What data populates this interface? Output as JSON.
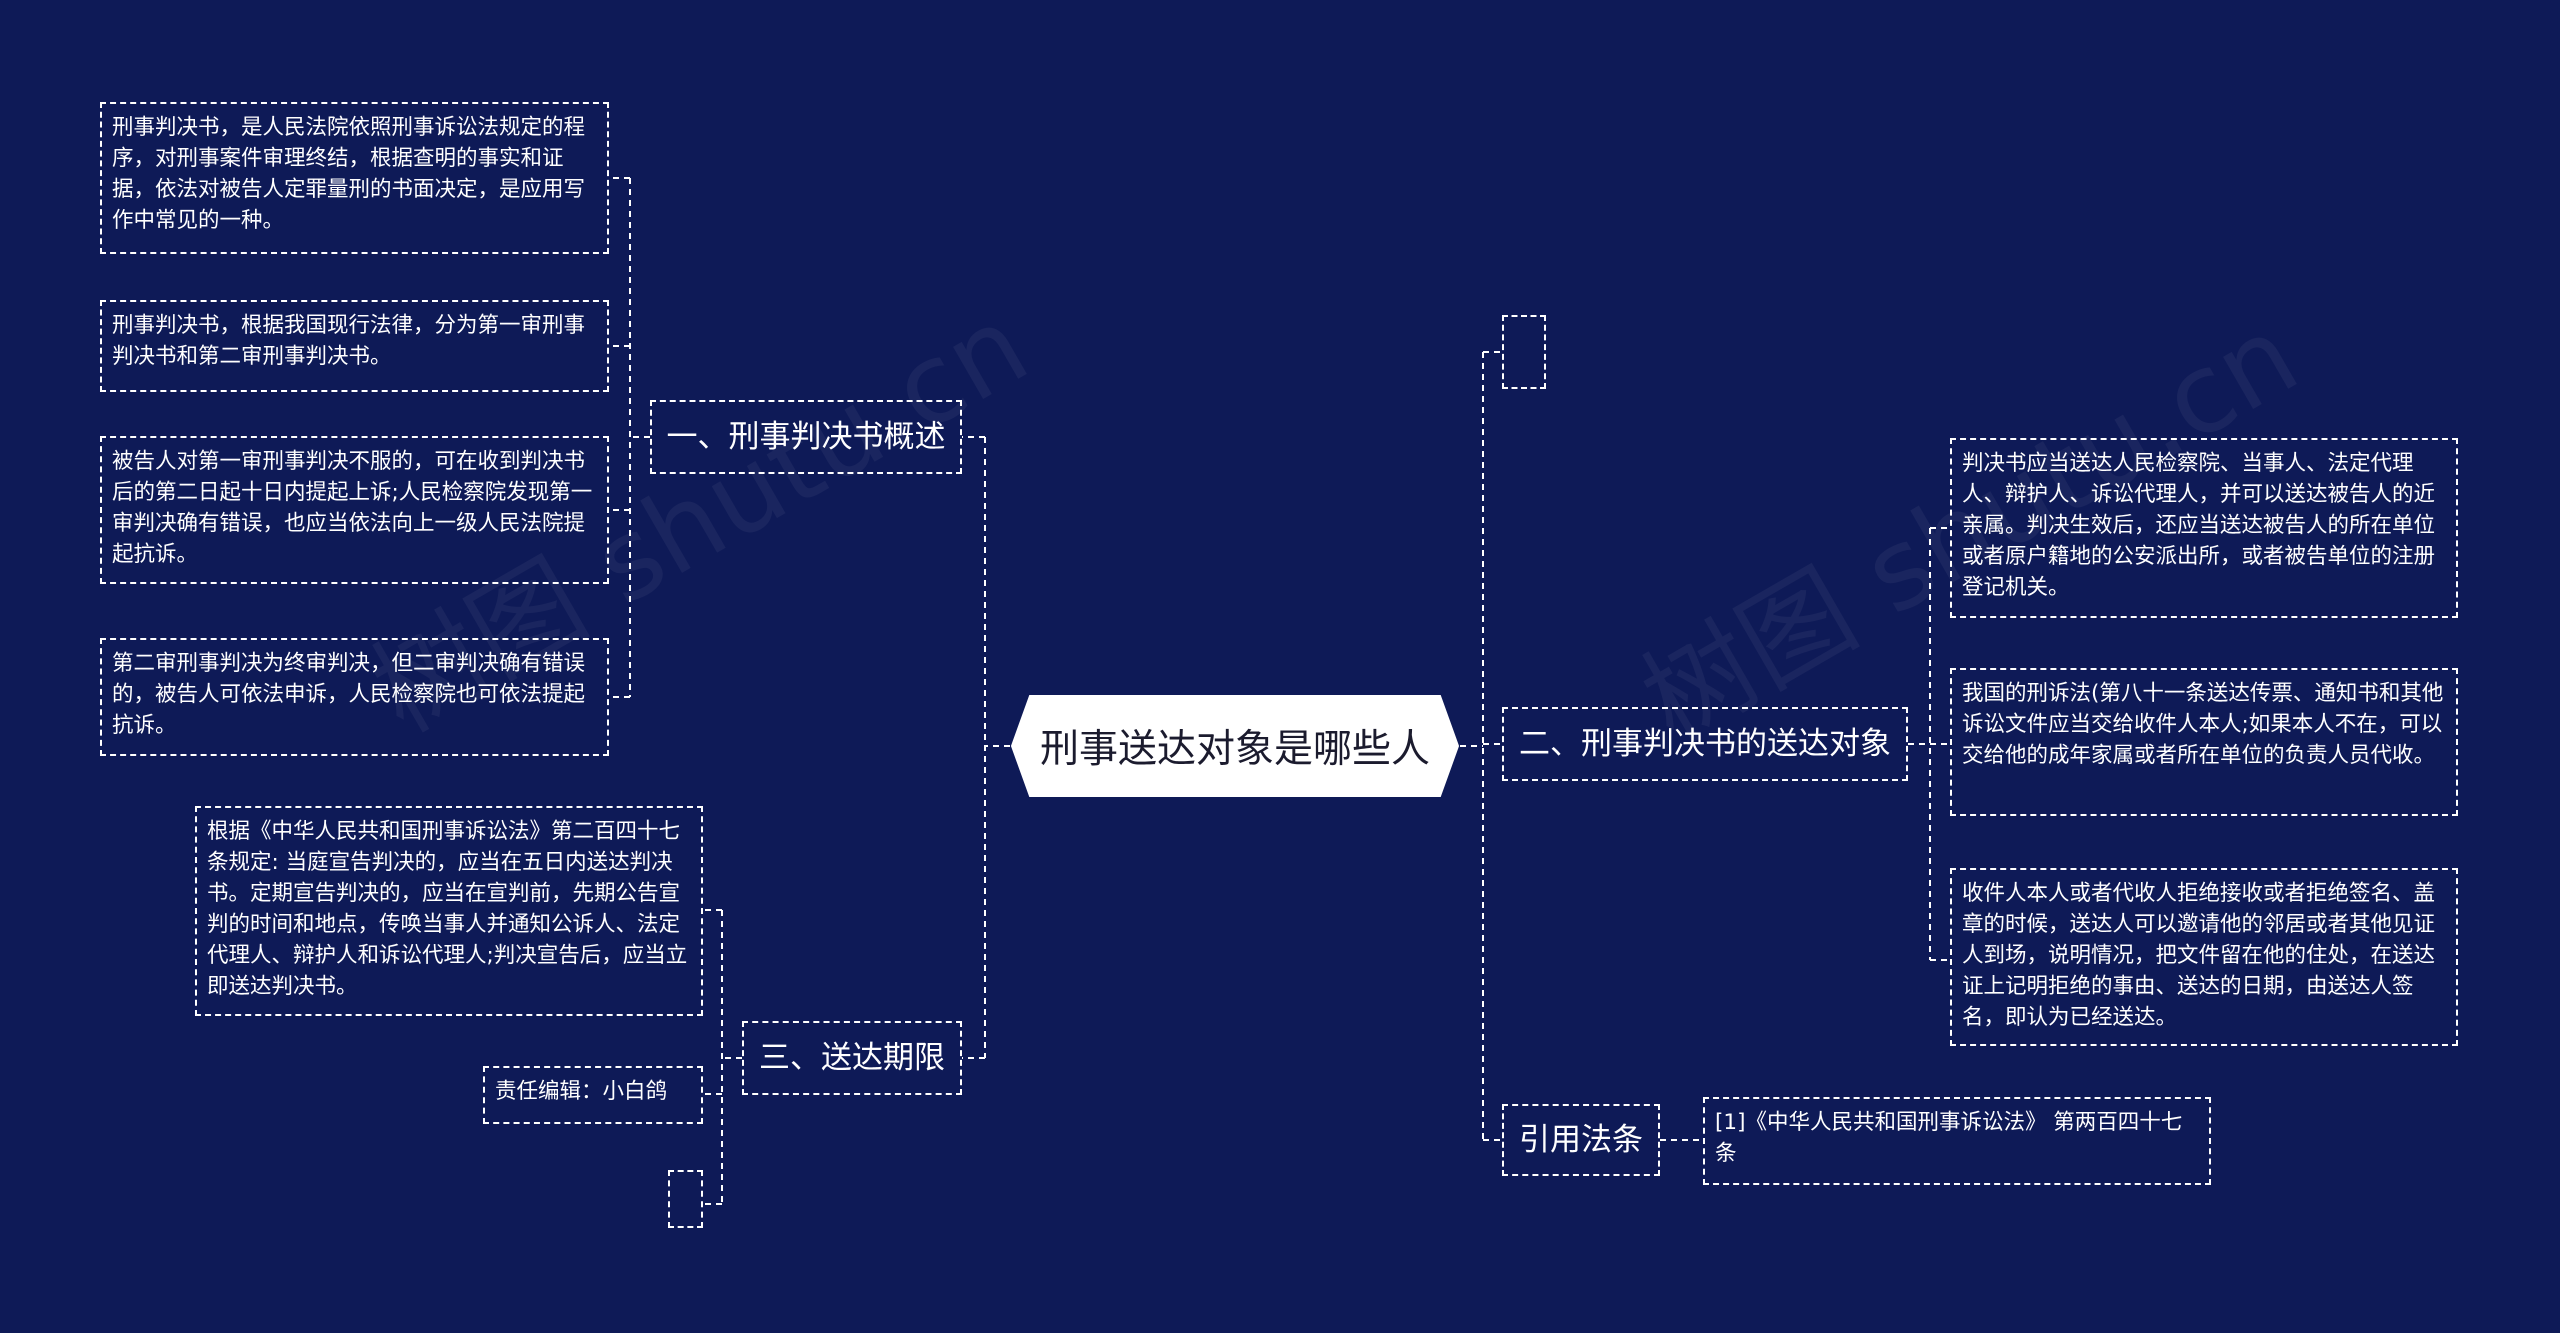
{
  "root": {
    "label": "刑事送达对象是哪些人"
  },
  "branches": {
    "b1": {
      "label": "一、刑事判决书概述"
    },
    "b2": {
      "label": "二、刑事判决书的送达对象"
    },
    "b3": {
      "label": "三、送达期限"
    },
    "b4": {
      "label": "引用法条"
    }
  },
  "leaves": {
    "b1_1": "刑事判决书，是人民法院依照刑事诉讼法规定的程序，对刑事案件审理终结，根据查明的事实和证据，依法对被告人定罪量刑的书面决定，是应用写作中常见的一种。",
    "b1_2": "刑事判决书，根据我国现行法律，分为第一审刑事判决书和第二审刑事判决书。",
    "b1_3": "被告人对第一审刑事判决不服的，可在收到判决书后的第二日起十日内提起上诉;人民检察院发现第一审判决确有错误，也应当依法向上一级人民法院提起抗诉。",
    "b1_4": "第二审刑事判决为终审判决，但二审判决确有错误的，被告人可依法申诉，人民检察院也可依法提起抗诉。",
    "b2_1": "判决书应当送达人民检察院、当事人、法定代理人、辩护人、诉讼代理人，并可以送达被告人的近亲属。判决生效后，还应当送达被告人的所在单位或者原户籍地的公安派出所，或者被告单位的注册登记机关。",
    "b2_2": "我国的刑诉法(第八十一条送达传票、通知书和其他诉讼文件应当交给收件人本人;如果本人不在，可以交给他的成年家属或者所在单位的负责人员代收。",
    "b2_3": "收件人本人或者代收人拒绝接收或者拒绝签名、盖章的时候，送达人可以邀请他的邻居或者其他见证人到场，说明情况，把文件留在他的住处，在送达证上记明拒绝的事由、送达的日期，由送达人签名，即认为已经送达。",
    "b3_1": "根据《中华人民共和国刑事诉讼法》第二百四十七条规定: 当庭宣告判决的，应当在五日内送达判决书。定期宣告判决的，应当在宣判前，先期公告宣判的时间和地点，传唤当事人并通知公诉人、法定代理人、辩护人和诉讼代理人;判决宣告后，应当立即送达判决书。",
    "b3_2": "责任编辑：小白鸽",
    "b4_1": "[1]《中华人民共和国刑事诉讼法》 第两百四十七条"
  },
  "colors": {
    "background": "#0e1a57",
    "line": "#ffffff",
    "root_fill": "#ffffff",
    "root_text": "#1b1b2e"
  }
}
